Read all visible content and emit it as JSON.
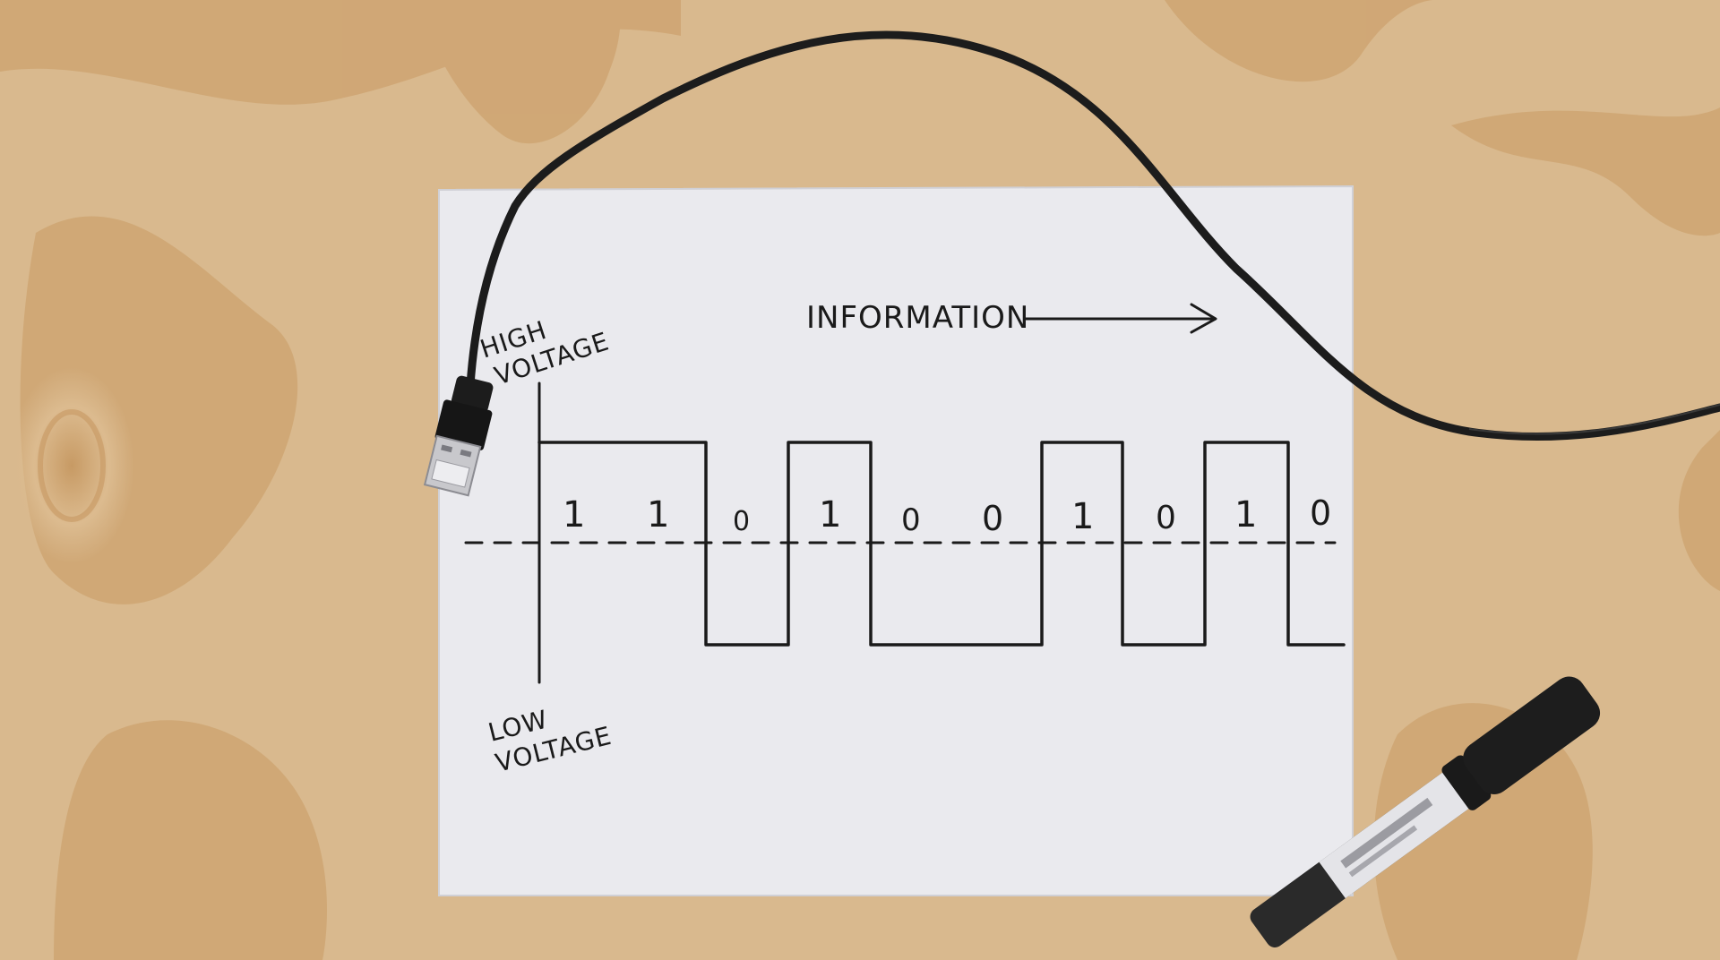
{
  "labels": {
    "information": "INFORMATION",
    "high_voltage_line1": "HIGH",
    "high_voltage_line2": "VOLTAGE",
    "low_voltage_line1": "LOW",
    "low_voltage_line2": "VOLTAGE"
  },
  "bits": [
    "1",
    "1",
    "0",
    "1",
    "0",
    "0",
    "1",
    "0",
    "1",
    "0"
  ],
  "colors": {
    "wood": "#d9b98e",
    "wood_grain": "#c99a63",
    "paper": "#eaeaee",
    "ink": "#1a1a1a",
    "cable": "#1c1c1c"
  },
  "objects": {
    "cable": "usb-cable",
    "marker": "permanent-marker"
  }
}
